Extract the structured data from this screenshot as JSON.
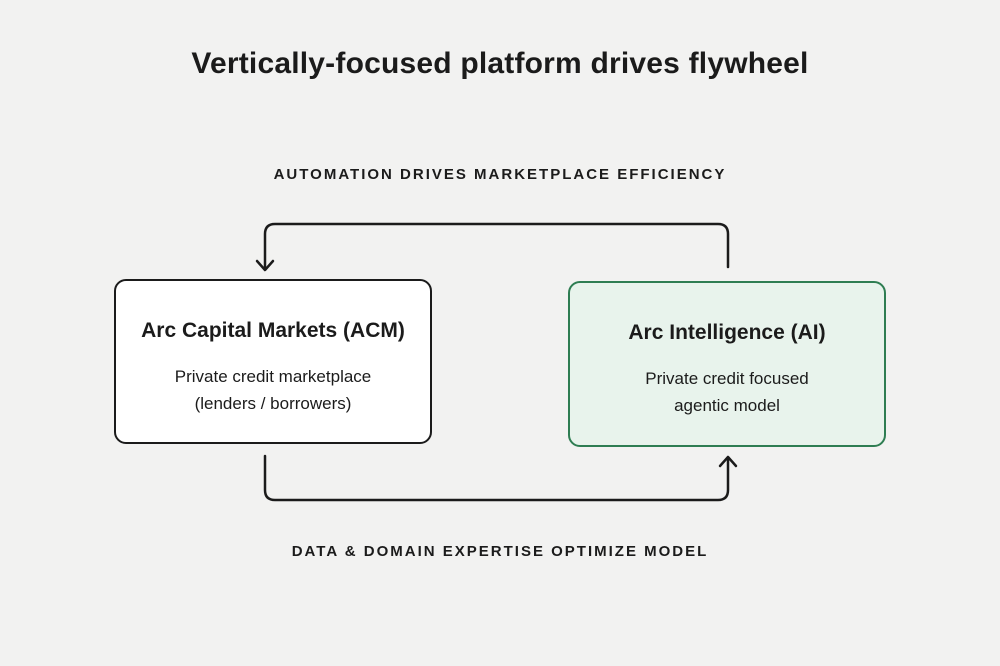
{
  "title": "Vertically-focused platform drives flywheel",
  "flow": {
    "top_label": "AUTOMATION DRIVES MARKETPLACE EFFICIENCY",
    "bottom_label": "DATA & DOMAIN EXPERTISE OPTIMIZE MODEL"
  },
  "boxes": {
    "acm": {
      "title": "Arc Capital Markets (ACM)",
      "description_lines": [
        "Private credit marketplace",
        "(lenders / borrowers)"
      ]
    },
    "ai": {
      "title": "Arc Intelligence (AI)",
      "description_lines": [
        "Private credit focused",
        "agentic model"
      ]
    }
  },
  "icons": {
    "top_arrow": "arrow-down-icon",
    "bottom_arrow": "arrow-up-icon"
  },
  "colors": {
    "background": "#f2f2f1",
    "text": "#1b1b1b",
    "arrow": "#1b1b1b",
    "acm_box_bg": "#ffffff",
    "acm_box_border": "#1b1b1b",
    "ai_box_bg": "#e8f3ec",
    "ai_box_border": "#2e7d52"
  }
}
